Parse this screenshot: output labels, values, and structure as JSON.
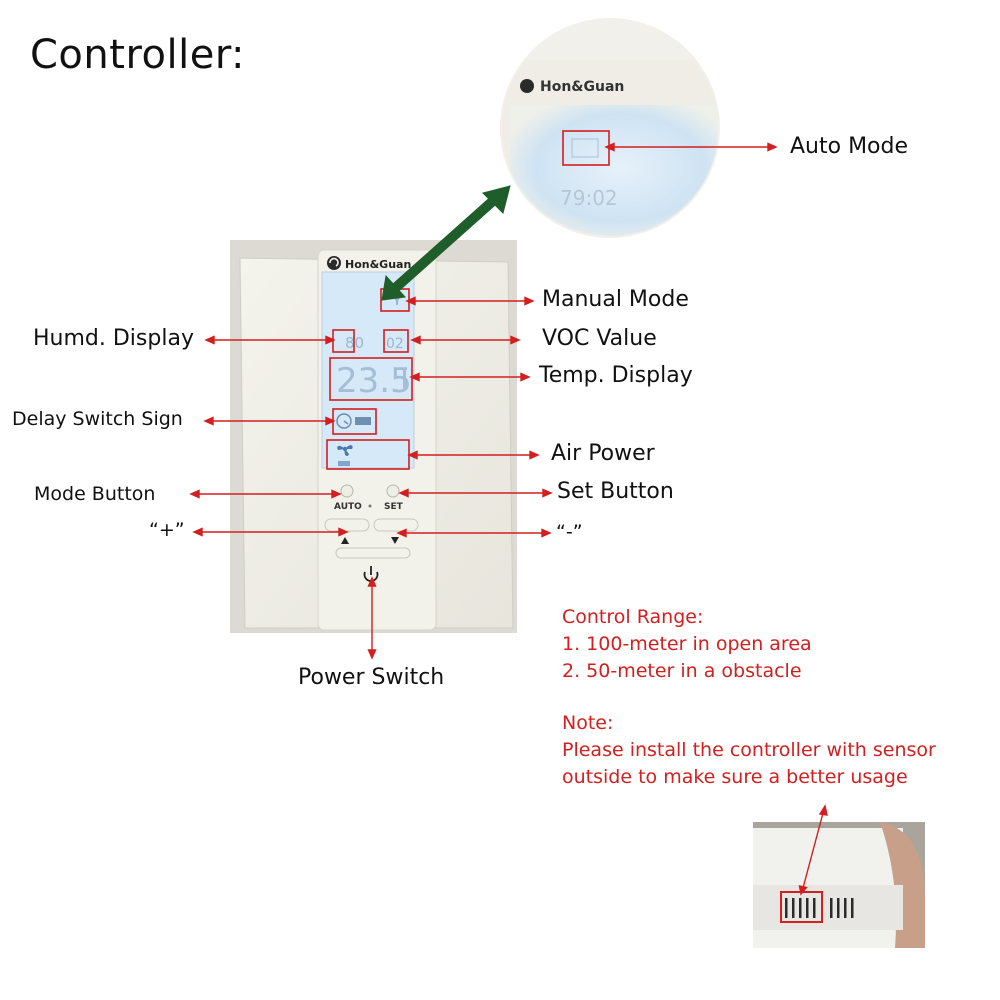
{
  "title": "Controller:",
  "device": {
    "brand": "Hon&Guan",
    "humidity_digits": "80",
    "voc_digits": "02",
    "temp_digits": "23.5",
    "auto_label": "AUTO",
    "set_label": "SET",
    "zoom_time": "79:02"
  },
  "callouts": {
    "auto_mode": "Auto Mode",
    "manual_mode": "Manual Mode",
    "voc_value": "VOC Value",
    "humd_display": "Humd. Display",
    "temp_display": "Temp. Display",
    "delay_switch_sign": "Delay Switch Sign",
    "air_power": "Air Power",
    "mode_button": "Mode Button",
    "set_button": "Set Button",
    "plus": "“+”",
    "minus": "“-”",
    "power_switch": "Power Switch"
  },
  "control_range": {
    "heading": "Control Range:",
    "items": [
      "1. 100-meter in open area",
      "2. 50-meter in a obstacle"
    ]
  },
  "note": {
    "heading": "Note:",
    "lines": [
      "Please install the controller with sensor",
      "outside to make sure a better usage"
    ]
  },
  "colors": {
    "annotation_red": "#d21f1f",
    "zoom_arrow_green": "#1f5e2a",
    "lcd_blue": "#cfe6f7"
  }
}
